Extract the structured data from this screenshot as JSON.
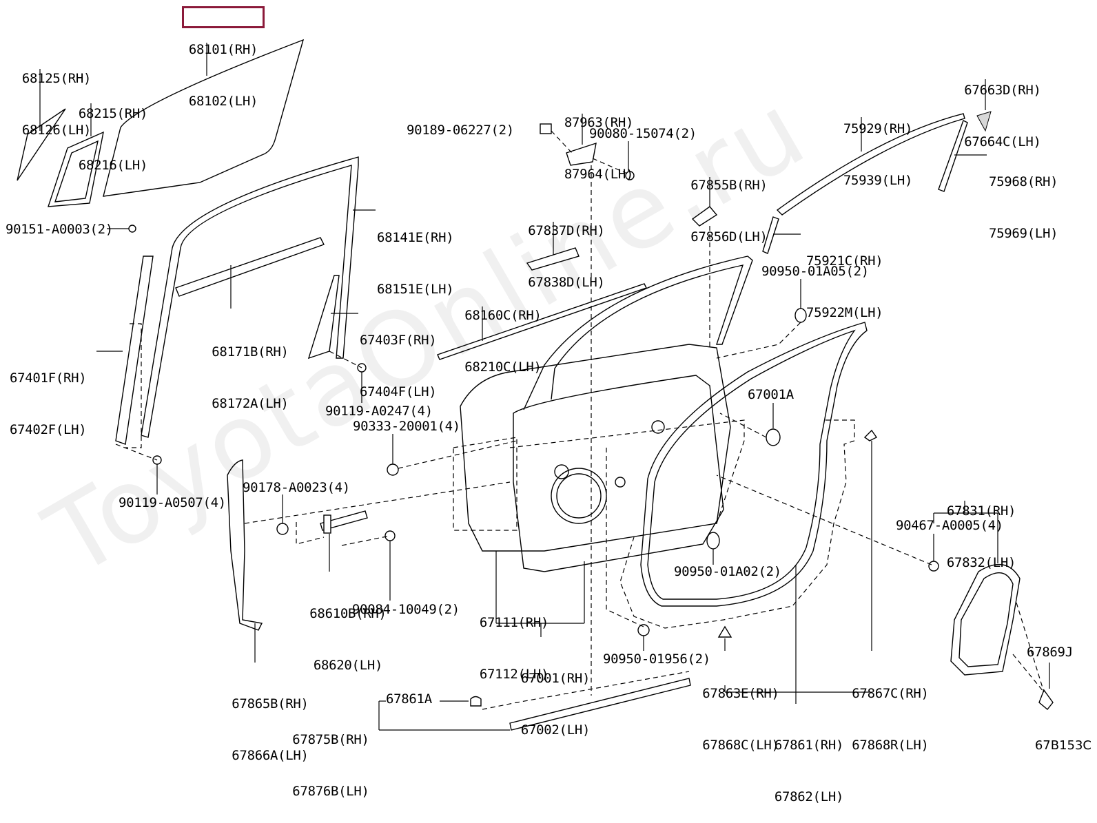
{
  "watermark": "ToyotaOnline.ru",
  "diagram_code": "67B153C",
  "highlight_color": "#8b1a3a",
  "labels": {
    "glass": {
      "rh": "68101(RH)",
      "lh": "68102(LH)"
    },
    "quarter_glass": {
      "rh": "68125(RH)",
      "lh": "68126(LH)"
    },
    "quarter_seal": {
      "rh": "68215(RH)",
      "lh": "68216(LH)"
    },
    "bolt_90151": "90151-A0003(2)",
    "run_channel": {
      "rh": "68141E(RH)",
      "lh": "68151E(LH)"
    },
    "belt_weather": {
      "rh": "68171B(RH)",
      "lh": "68172A(LH)"
    },
    "rear_sash": {
      "rh": "67403F(RH)",
      "lh": "67404F(LH)"
    },
    "front_sash": {
      "rh": "67401F(RH)",
      "lh": "67402F(LH)"
    },
    "bolt_90119_a": "90119-A0247(4)",
    "bolt_90119_b": "90119-A0507(4)",
    "clip_90189": "90189-06227(2)",
    "mirror_base": {
      "rh": "87963(RH)",
      "lh": "87964(LH)"
    },
    "screw_90080": "90080-15074(2)",
    "cover_67837": {
      "rh": "67837D(RH)",
      "lh": "67838D(LH)"
    },
    "strip_68160": {
      "rh": "68160C(RH)",
      "lh": "68210C(LH)"
    },
    "bracket_67855": {
      "rh": "67855B(RH)",
      "lh": "67856D(LH)"
    },
    "moulding_75929": {
      "rh": "75929(RH)",
      "lh": "75939(LH)"
    },
    "piece_67663": {
      "rh": "67663D(RH)",
      "lh": "67664C(LH)"
    },
    "moulding_75968": {
      "rh": "75968(RH)",
      "lh": "75969(LH)"
    },
    "moulding_75921": {
      "rh": "75921C(RH)",
      "lh": "75922M(LH)"
    },
    "plug_90950_a05": "90950-01A05(2)",
    "bolt_90333": "90333-20001(4)",
    "cushion_67001a": "67001A",
    "nut_90178": "90178-A0023(4)",
    "check_68610": {
      "rh": "68610B(RH)",
      "lh": "68620(LH)"
    },
    "bolt_90084": "90084-10049(2)",
    "panel_67111": {
      "rh": "67111(RH)",
      "lh": "67112(LH)"
    },
    "door_67001": {
      "rh": "67001(RH)",
      "lh": "67002(LH)"
    },
    "plug_90950_a02": "90950-01A02(2)",
    "cover_67831": {
      "rh": "67831(RH)",
      "lh": "67832(LH)"
    },
    "clip_90467": "90467-A0005(4)",
    "seal_67865": {
      "rh": "67865B(RH)",
      "lh": "67866A(LH)"
    },
    "plug_90950_956": "90950-01956(2)",
    "weather_67863": {
      "rh": "67863E(RH)",
      "lh": "67868C(LH)"
    },
    "weather_67867": {
      "rh": "67867C(RH)",
      "lh": "67868R(LH)"
    },
    "clip_67869j": "67869J",
    "clip_67861a": "67861A",
    "strip_67875": {
      "rh": "67875B(RH)",
      "lh": "67876B(LH)"
    },
    "weather_67861": {
      "rh": "67861(RH)",
      "lh": "67862(LH)"
    }
  }
}
